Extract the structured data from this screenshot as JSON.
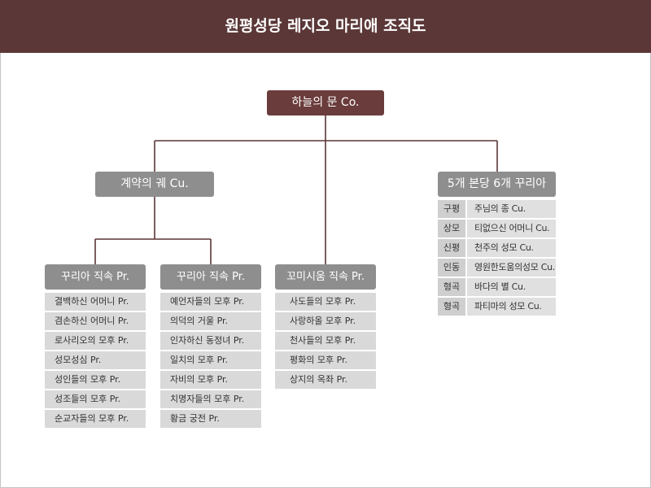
{
  "title": "원평성당 레지오 마리애 조직도",
  "root": "하늘의 문 Co.",
  "left_branch": {
    "label": "계약의 궤 Cu.",
    "groups": [
      {
        "label": "꾸리아 직속 Pr.",
        "items": [
          "결백하신 어머니 Pr.",
          "겸손하신 어머니 Pr.",
          "로사리오의 모후 Pr.",
          "성모성심 Pr.",
          "성인들의 모후 Pr.",
          "성조들의 모후 Pr.",
          "순교자들의 모후 Pr."
        ]
      },
      {
        "label": "꾸리아 직속 Pr.",
        "items": [
          "예언자들의 모후 Pr.",
          "의덕의 거울 Pr.",
          "인자하신 동정녀 Pr.",
          "일치의 모후 Pr.",
          "자비의 모후 Pr.",
          "치명자들의 모후 Pr.",
          "황금 궁전 Pr."
        ]
      }
    ]
  },
  "center_branch": {
    "label": "꼬미시움 직속 Pr.",
    "items": [
      "사도들의 모후 Pr.",
      "사랑하올 모후 Pr.",
      "천사들의 모후 Pr.",
      "평화의 모후 Pr.",
      "상지의 옥좌 Pr."
    ]
  },
  "right_branch": {
    "label": "5개 본당 6개 꾸리아",
    "rows": [
      {
        "parish": "구평",
        "curia": "주님의 종 Cu."
      },
      {
        "parish": "상모",
        "curia": "티없으신 어머니 Cu."
      },
      {
        "parish": "신평",
        "curia": "천주의 성모 Cu."
      },
      {
        "parish": "인동",
        "curia": "영원한도움의성모 Cu."
      },
      {
        "parish": "형곡",
        "curia": "바다의 별 Cu."
      },
      {
        "parish": "형곡",
        "curia": "파티마의 성모 Cu."
      }
    ]
  },
  "colors": {
    "header": "#5b3737",
    "root": "#6b3c3c",
    "connector": "#5b3535",
    "node": "#8e8e8e",
    "item": "#d9d9d9",
    "parish": "#cfcfcf",
    "parish_name": "#e0e0e0"
  }
}
